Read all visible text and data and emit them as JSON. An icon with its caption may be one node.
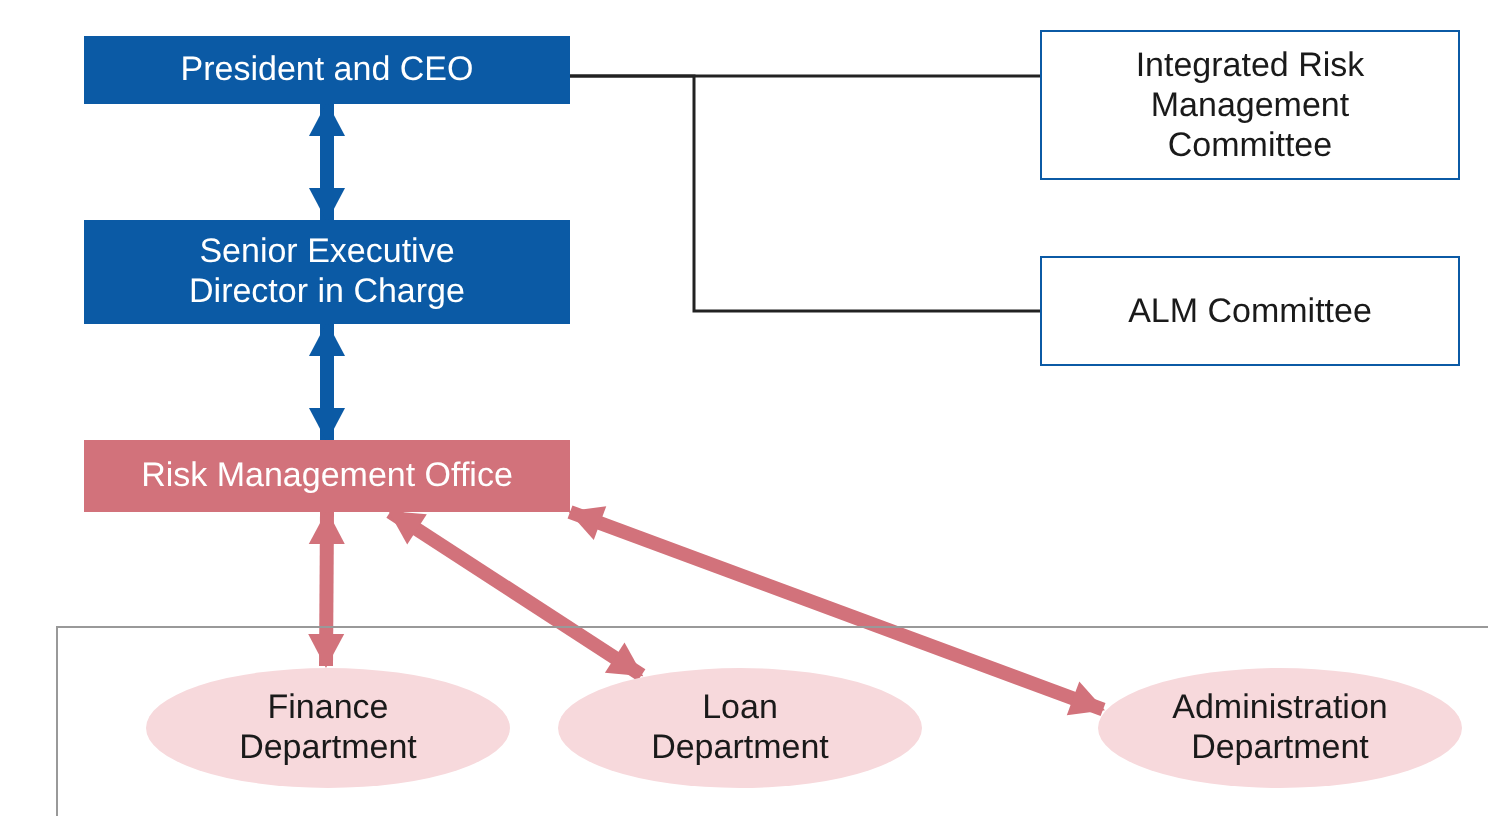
{
  "diagram": {
    "nodes": [
      {
        "text": [
          "President and CEO"
        ]
      },
      {
        "text": [
          "Senior Executive Director in Charge"
        ]
      },
      {
        "text": [
          "Risk Management Office"
        ]
      },
      {
        "text": [
          "Integrated Risk Management Committee"
        ]
      },
      {
        "text": [
          "ALM Committee"
        ]
      },
      {
        "text": [],
        "shape": "box"
      },
      {
        "text": [
          "Finance Department"
        ],
        "in": 5
      },
      {
        "text": [
          "Loan Department"
        ],
        "in": 5
      },
      {
        "text": [
          "Administration Department"
        ],
        "in": 5
      }
    ],
    "edges": [
      {
        "from": 0,
        "to": 1,
        "arrow": "both",
        "color": "#0b5aa5"
      },
      {
        "from": 1,
        "to": 2,
        "arrow": "both",
        "color": "#0b5aa5"
      },
      {
        "from": 2,
        "to": 6,
        "arrow": "both"
      },
      {
        "from": 2,
        "to": 7,
        "arrow": "both"
      },
      {
        "from": 2,
        "to": 8,
        "arrow": "both"
      },
      {
        "from": 0,
        "to": 3,
        "arrow": "none",
        "color": "#222222"
      },
      {
        "from": 0,
        "to": 4,
        "arrow": "none",
        "color": "#222222"
      }
    ]
  }
}
